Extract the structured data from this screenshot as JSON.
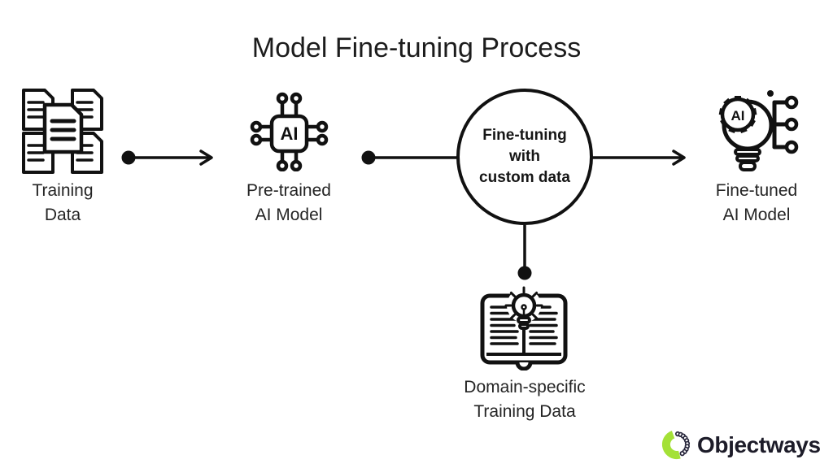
{
  "title": "Model Fine-tuning Process",
  "colors": {
    "stroke": "#111111",
    "label_text": "#242424",
    "logo_green": "#a4e137",
    "logo_dark": "#1d1c29"
  },
  "flow": {
    "training_data": {
      "icon": "documents-icon",
      "label_line1": "Training",
      "label_line2": "Data"
    },
    "pretrained_model": {
      "icon": "ai-chip-icon",
      "chip_text": "AI",
      "label_line1": "Pre-trained",
      "label_line2": "AI Model"
    },
    "finetuning_step": {
      "shape": "circle",
      "line1": "Fine-tuning",
      "line2": "with",
      "line3": "custom data"
    },
    "finetuned_model": {
      "icon": "ai-lightbulb-icon",
      "gear_text": "AI",
      "label_line1": "Fine-tuned",
      "label_line2": "AI Model"
    },
    "domain_data": {
      "icon": "book-lightbulb-icon",
      "label_line1": "Domain-specific",
      "label_line2": "Training Data"
    }
  },
  "logo": {
    "brand": "Objectways"
  }
}
